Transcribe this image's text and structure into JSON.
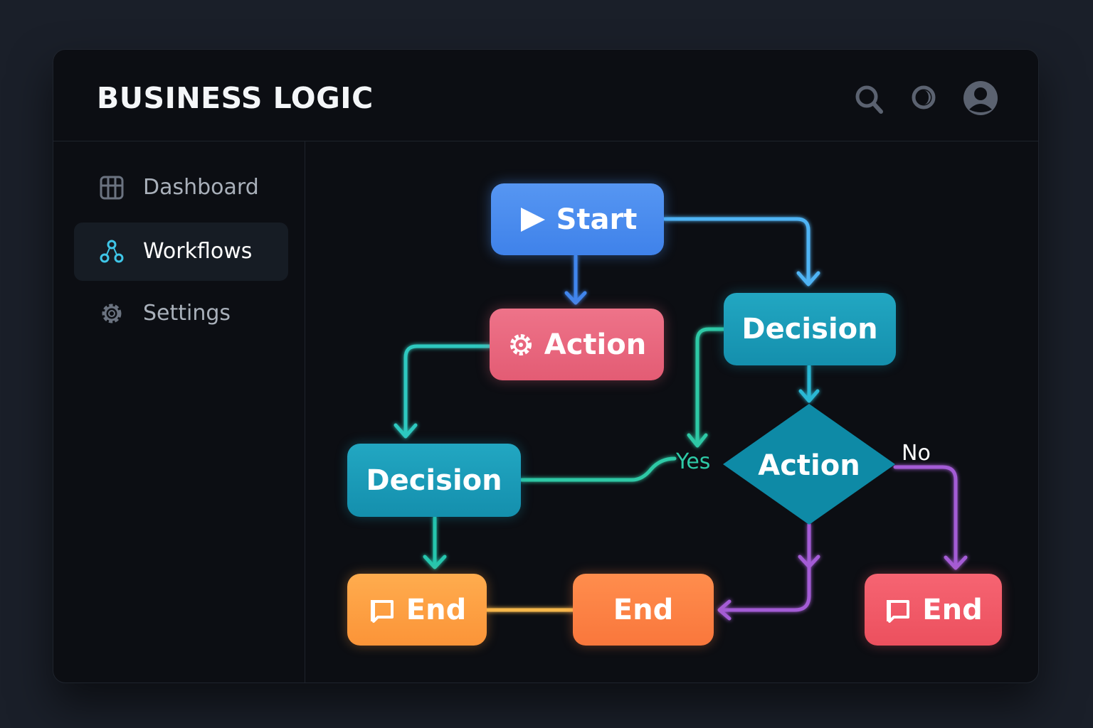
{
  "app": {
    "title": "BUSINESS LOGIC"
  },
  "header_icons": [
    "search-icon",
    "theme-toggle-icon",
    "user-avatar-icon"
  ],
  "sidebar": {
    "items": [
      {
        "label": "Dashboard",
        "icon": "dashboard-grid-icon",
        "active": false
      },
      {
        "label": "Workflows",
        "icon": "workflow-nodes-icon",
        "active": true
      },
      {
        "label": "Settings",
        "icon": "gear-icon",
        "active": false
      }
    ]
  },
  "flowchart": {
    "nodes": {
      "start": {
        "label": "Start",
        "icon": "play-icon",
        "color": "#4a8ef0"
      },
      "action_pink": {
        "label": "Action",
        "icon": "gear-icon",
        "color": "#e9687f"
      },
      "decision_top": {
        "label": "Decision",
        "color": "#1a9eb9"
      },
      "decision_left": {
        "label": "Decision",
        "color": "#1a9eb9"
      },
      "action_diamond": {
        "label": "Action",
        "color": "#0e8aa6"
      },
      "end_orange_left": {
        "label": "End",
        "icon": "flag-icon",
        "color": "#ff9f43"
      },
      "end_orange_mid": {
        "label": "End",
        "color": "#ff8244"
      },
      "end_red": {
        "label": "End",
        "icon": "flag-icon",
        "color": "#f25a68"
      }
    },
    "edge_labels": {
      "yes": "Yes",
      "no": "No"
    },
    "edge_colors": {
      "blue": "#4fb4f5",
      "teal": "#2ec9c0",
      "purple": "#a45cd6",
      "yellow": "#f7b84b"
    }
  }
}
